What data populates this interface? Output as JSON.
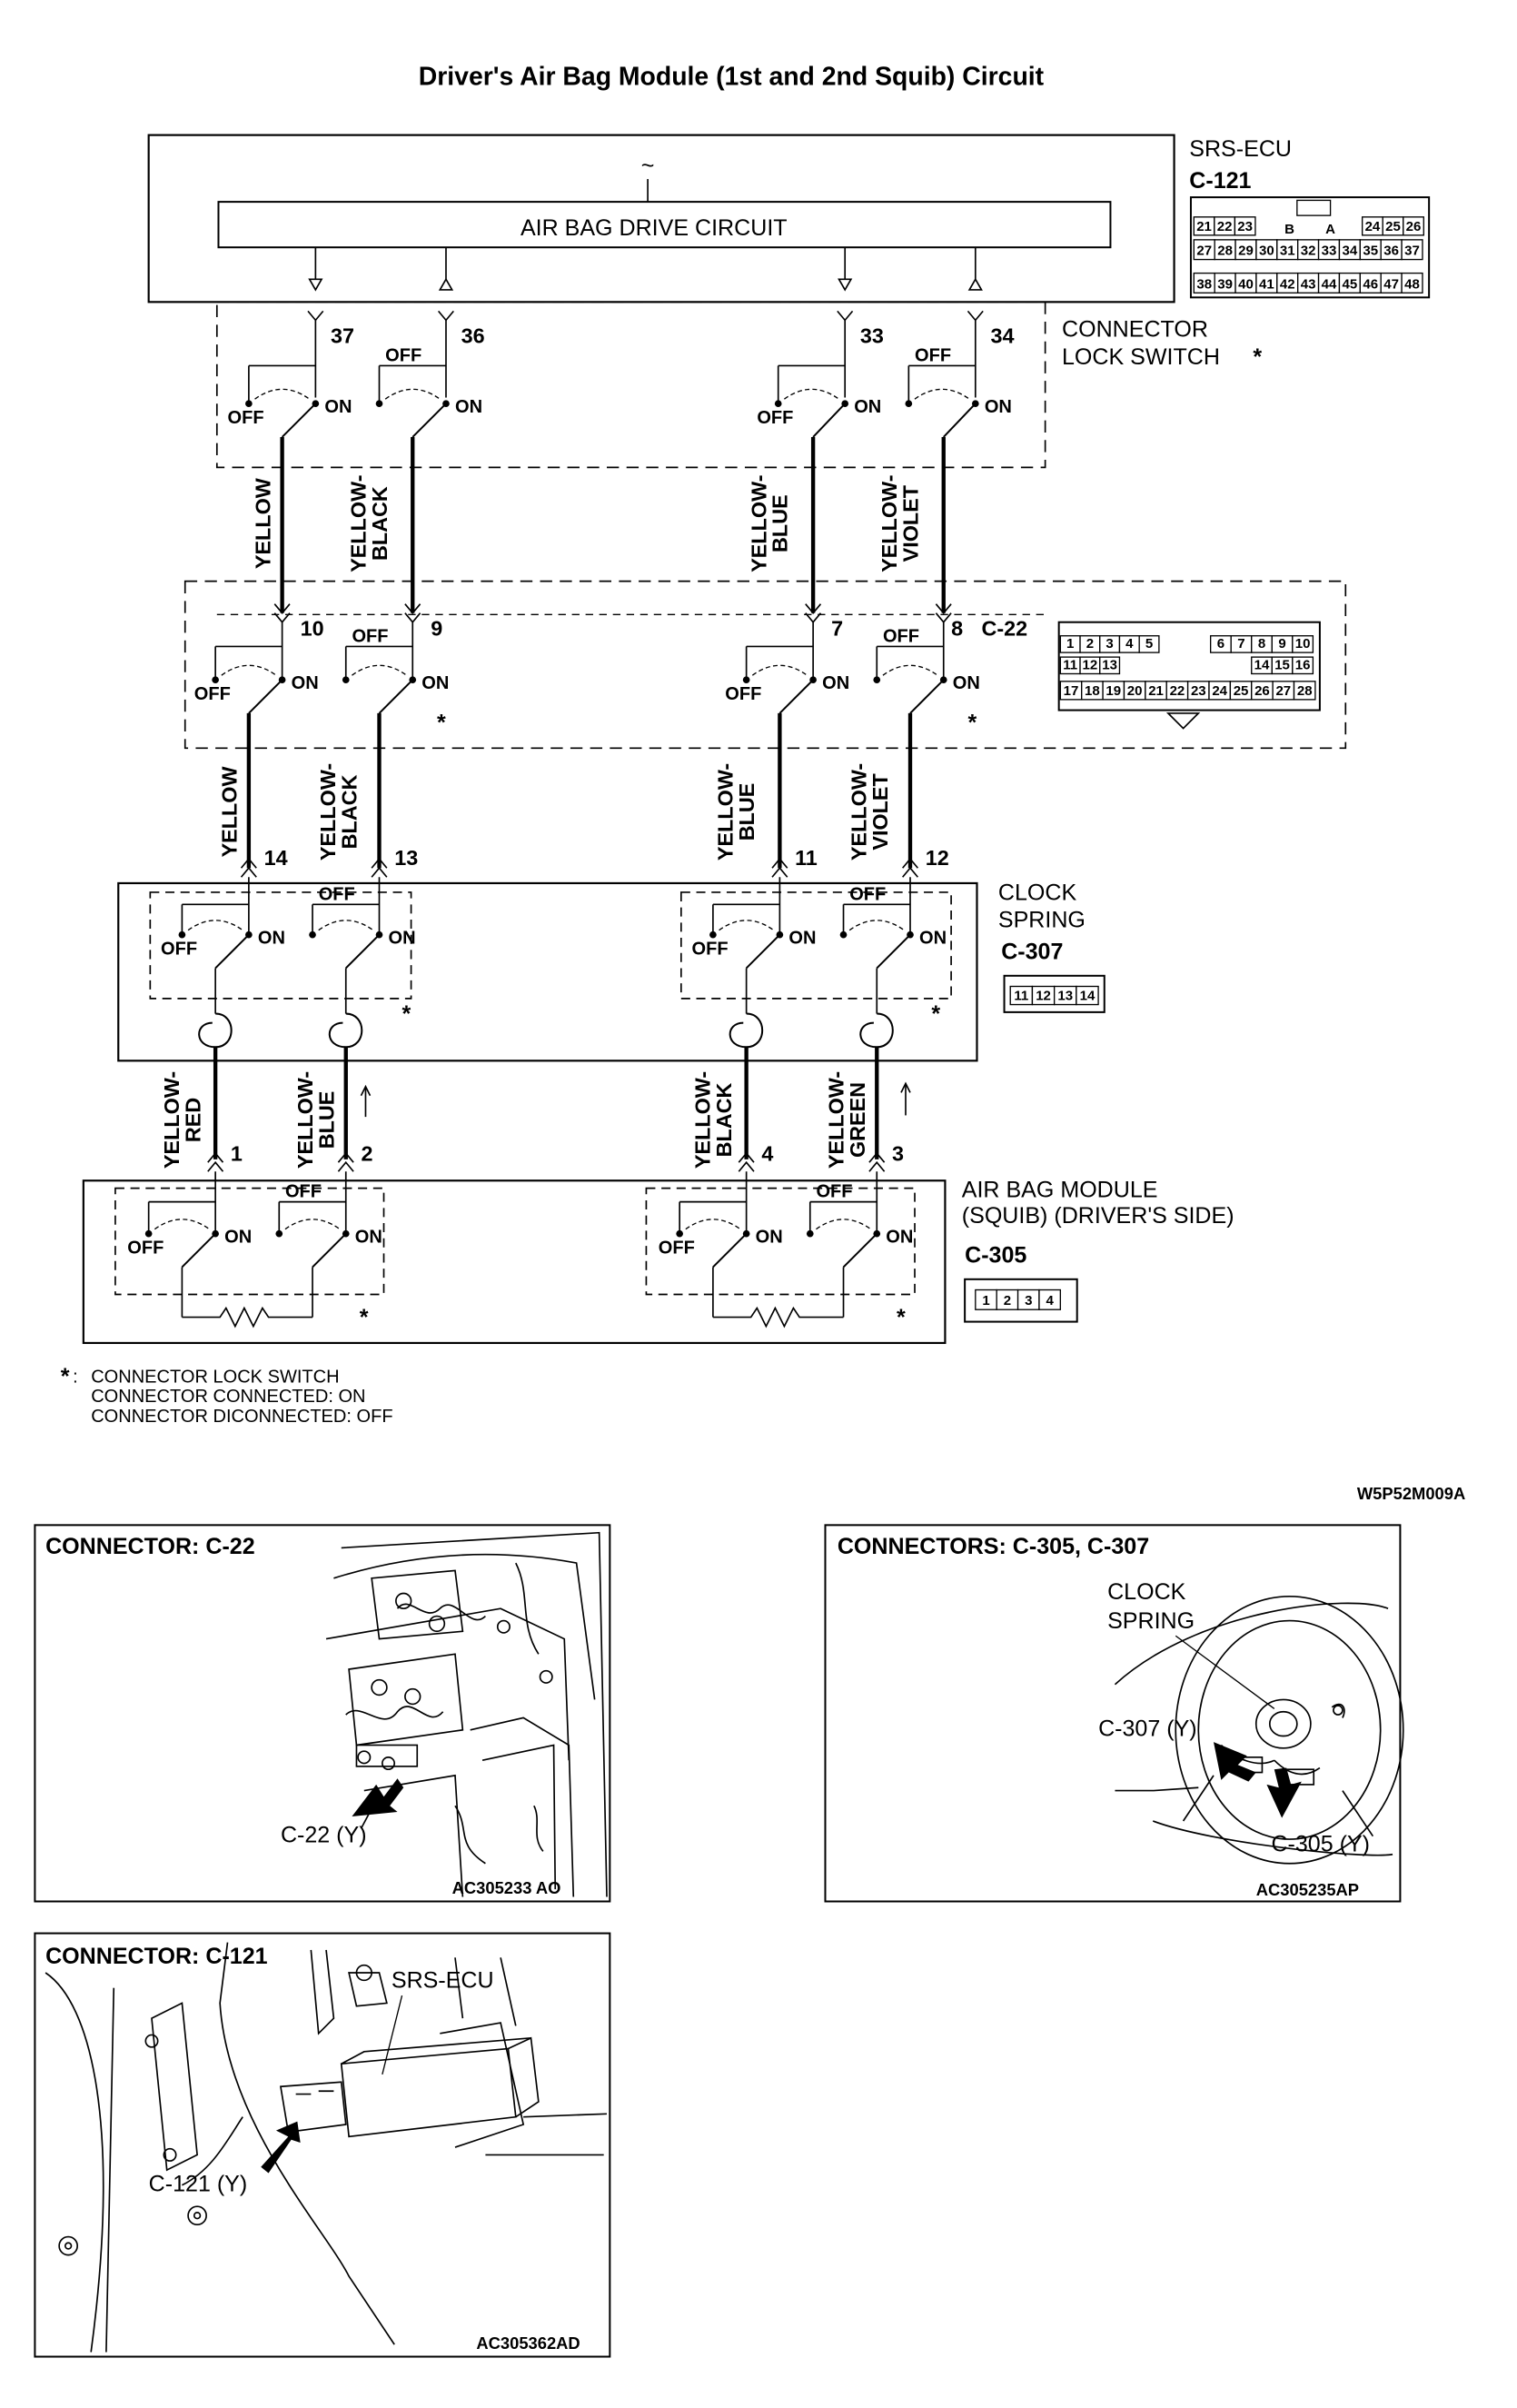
{
  "title": "Driver's Air Bag Module (1st and 2nd Squib) Circuit",
  "ecu": {
    "name": "SRS-ECU",
    "connector": "C-121",
    "drive_circuit_label": "AIR BAG DRIVE CIRCUIT",
    "tilde": "~",
    "pins": [
      "37",
      "36",
      "33",
      "34"
    ],
    "face_rows": [
      [
        "21",
        "22",
        "23",
        "B",
        "A",
        "24",
        "25",
        "26"
      ],
      [
        "27",
        "28",
        "29",
        "30",
        "31",
        "32",
        "33",
        "34",
        "35",
        "36",
        "37"
      ],
      [
        "38",
        "39",
        "40",
        "41",
        "42",
        "43",
        "44",
        "45",
        "46",
        "47",
        "48"
      ]
    ]
  },
  "lock_switch_label": [
    "CONNECTOR",
    "LOCK SWITCH"
  ],
  "asterisk": "*",
  "switch_labels": {
    "off": "OFF",
    "on": "ON"
  },
  "wires_ecu_to_c22": [
    [
      "YELLOW"
    ],
    [
      "YELLOW-",
      "BLACK"
    ],
    [
      "YELLOW-",
      "BLUE"
    ],
    [
      "YELLOW-",
      "VIOLET"
    ]
  ],
  "c22": {
    "connector": "C-22",
    "pins": [
      "10",
      "9",
      "7",
      "8"
    ],
    "face_rows": [
      [
        "1",
        "2",
        "3",
        "4",
        "5",
        "6",
        "7",
        "8",
        "9",
        "10"
      ],
      [
        "11",
        "12",
        "13",
        "14",
        "15",
        "16"
      ],
      [
        "17",
        "18",
        "19",
        "20",
        "21",
        "22",
        "23",
        "24",
        "25",
        "26",
        "27",
        "28"
      ]
    ]
  },
  "wires_c22_to_clock": [
    [
      "YELLOW"
    ],
    [
      "YELLOW-",
      "BLACK"
    ],
    [
      "YELLOW-",
      "BLUE"
    ],
    [
      "YELLOW-",
      "VIOLET"
    ]
  ],
  "clock_spring": {
    "label": [
      "CLOCK",
      "SPRING"
    ],
    "connector": "C-307",
    "pins": [
      "14",
      "13",
      "11",
      "12"
    ],
    "face": [
      "11",
      "12",
      "13",
      "14"
    ]
  },
  "wires_clock_to_module": [
    [
      "YELLOW-",
      "RED"
    ],
    [
      "YELLOW-",
      "BLUE"
    ],
    [
      "YELLOW-",
      "BLACK"
    ],
    [
      "YELLOW-",
      "GREEN"
    ]
  ],
  "module": {
    "label": [
      "AIR BAG MODULE",
      "(SQUIB) (DRIVER'S SIDE)"
    ],
    "connector": "C-305",
    "pins": [
      "1",
      "2",
      "4",
      "3"
    ],
    "face": [
      "1",
      "2",
      "3",
      "4"
    ]
  },
  "footnote": [
    "CONNECTOR LOCK SWITCH",
    "CONNECTOR CONNECTED: ON",
    "CONNECTOR DICONNECTED: OFF"
  ],
  "diagram_code": "W5P52M009A",
  "locators": {
    "c22": {
      "title": "CONNECTOR: C-22",
      "callout": "C-22 (Y)",
      "code": "AC305233 AO"
    },
    "c305_c307": {
      "title": "CONNECTORS: C-305, C-307",
      "callout_spring": [
        "CLOCK",
        "SPRING"
      ],
      "callout_c307": "C-307 (Y)",
      "callout_c305": "C-305 (Y)",
      "code": "AC305235AP"
    },
    "c121": {
      "title": "CONNECTOR: C-121",
      "callout_ecu": "SRS-ECU",
      "callout": "C-121 (Y)",
      "code": "AC305362AD"
    }
  }
}
